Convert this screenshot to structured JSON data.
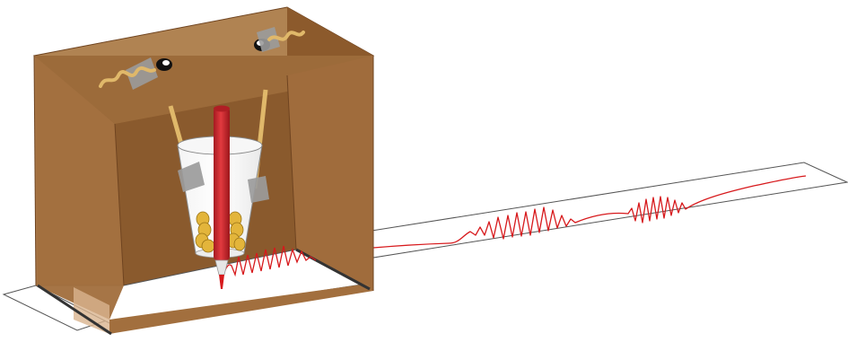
{
  "colors": {
    "cardboard_top": "#b08352",
    "cardboard_front": "#a26f3e",
    "cardboard_right": "#8c5a2c",
    "cardboard_inside": "#8a5a2d",
    "cardboard_inner_left": "#a87a4b",
    "cardboard_edge": "#6f4420",
    "paper": "#ffffff",
    "paper_outline": "#555555",
    "trace": "#d7191c",
    "pen_body": "#cc2229",
    "string": "#e0b86a",
    "tape": "#9b9b9b",
    "coin": "#e3b53b",
    "slot": "#333333"
  },
  "icons": [
    "seismograph-box-illustration",
    "hanging-cup-with-marker",
    "paper-strip-with-seismic-trace"
  ]
}
